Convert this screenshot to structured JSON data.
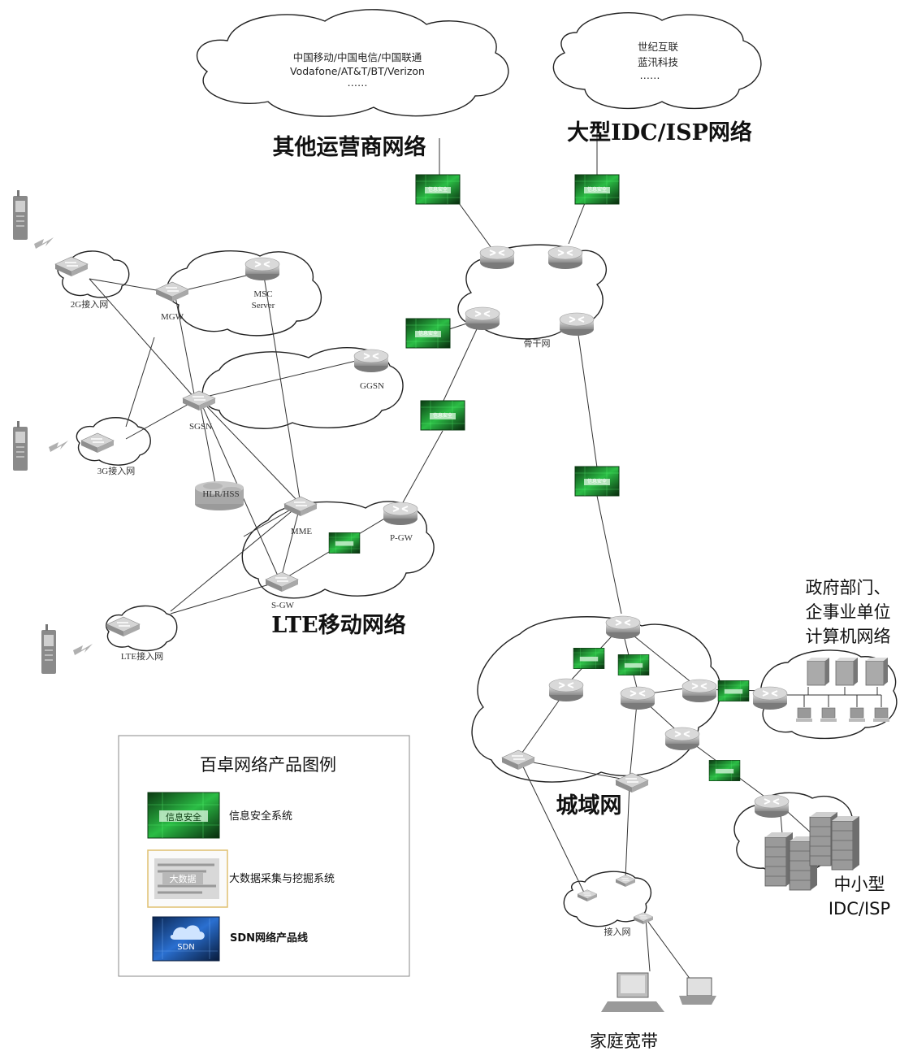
{
  "clouds": {
    "other_operators": {
      "line1": "中国移动/中国电信/中国联通",
      "line2": "Vodafone/AT&T/BT/Verizon",
      "line3": "……"
    },
    "idc_isp": {
      "line1": "世纪互联",
      "line2": "蓝汛科技",
      "line3": "……"
    }
  },
  "titles": {
    "other_operators": "其他运营商网络",
    "idc_isp": "大型IDC/ISP网络",
    "lte": "LTE移动网络",
    "metro": "城域网",
    "gov": [
      "政府部门、",
      "企事业单位",
      "计算机网络"
    ],
    "small_idc": [
      "中小型",
      "IDC/ISP"
    ],
    "home": "家庭宽带"
  },
  "labels": {
    "access_2g": "2G接入网",
    "access_3g": "3G接入网",
    "access_lte": "LTE接入网",
    "mgw": "MGW",
    "msc": [
      "MSC",
      "Server"
    ],
    "ggsn": "GGSN",
    "sgsn": "SGSN",
    "hlr": "HLR/HSS",
    "mme": "MME",
    "pgw": "P-GW",
    "sgw": "S-GW",
    "backbone": "骨干网",
    "access_net": "接入网"
  },
  "firewall_label": "信息安全",
  "legend": {
    "title": "百卓网络产品图例",
    "items": [
      {
        "icon": "security-icon",
        "badge": "信息安全",
        "text": "信息安全系统"
      },
      {
        "icon": "bigdata-icon",
        "badge": "大数据",
        "text": "大数据采集与挖掘系统"
      },
      {
        "icon": "sdn-icon",
        "badge": "SDN",
        "text": "SDN网络产品线"
      }
    ]
  },
  "colors": {
    "security_green": "#1fa83a",
    "sdn_blue": "#1e5fb0"
  }
}
